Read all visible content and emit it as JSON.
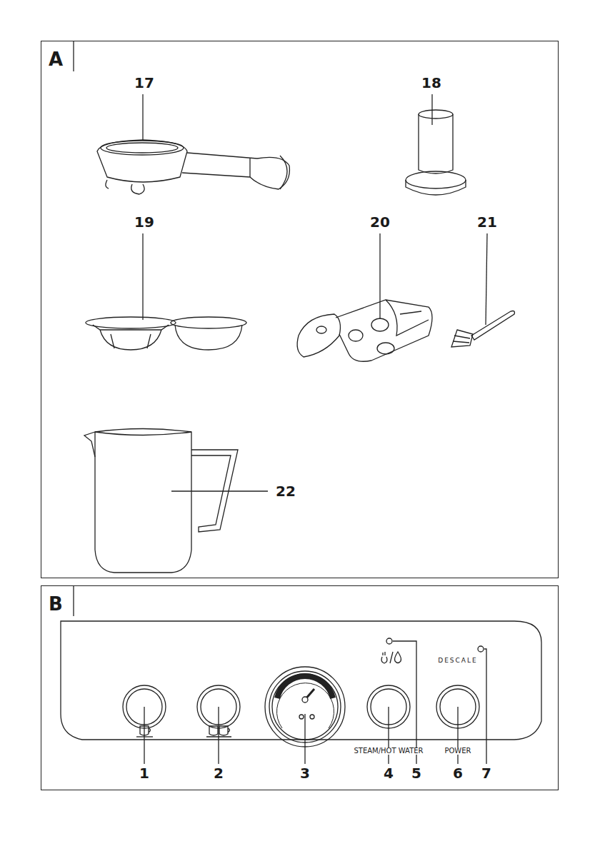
{
  "diagram": {
    "nodes": [
      {
        "text": [
          "A"
        ]
      },
      {
        "text": [
          "B"
        ]
      }
    ],
    "labels": [
      "17",
      "18",
      "19",
      "20",
      "21",
      "22",
      "DESCALE",
      "STEAM/HOT WATER",
      "POWER",
      "1",
      "2",
      "3",
      "4",
      "5",
      "6",
      "7"
    ]
  }
}
